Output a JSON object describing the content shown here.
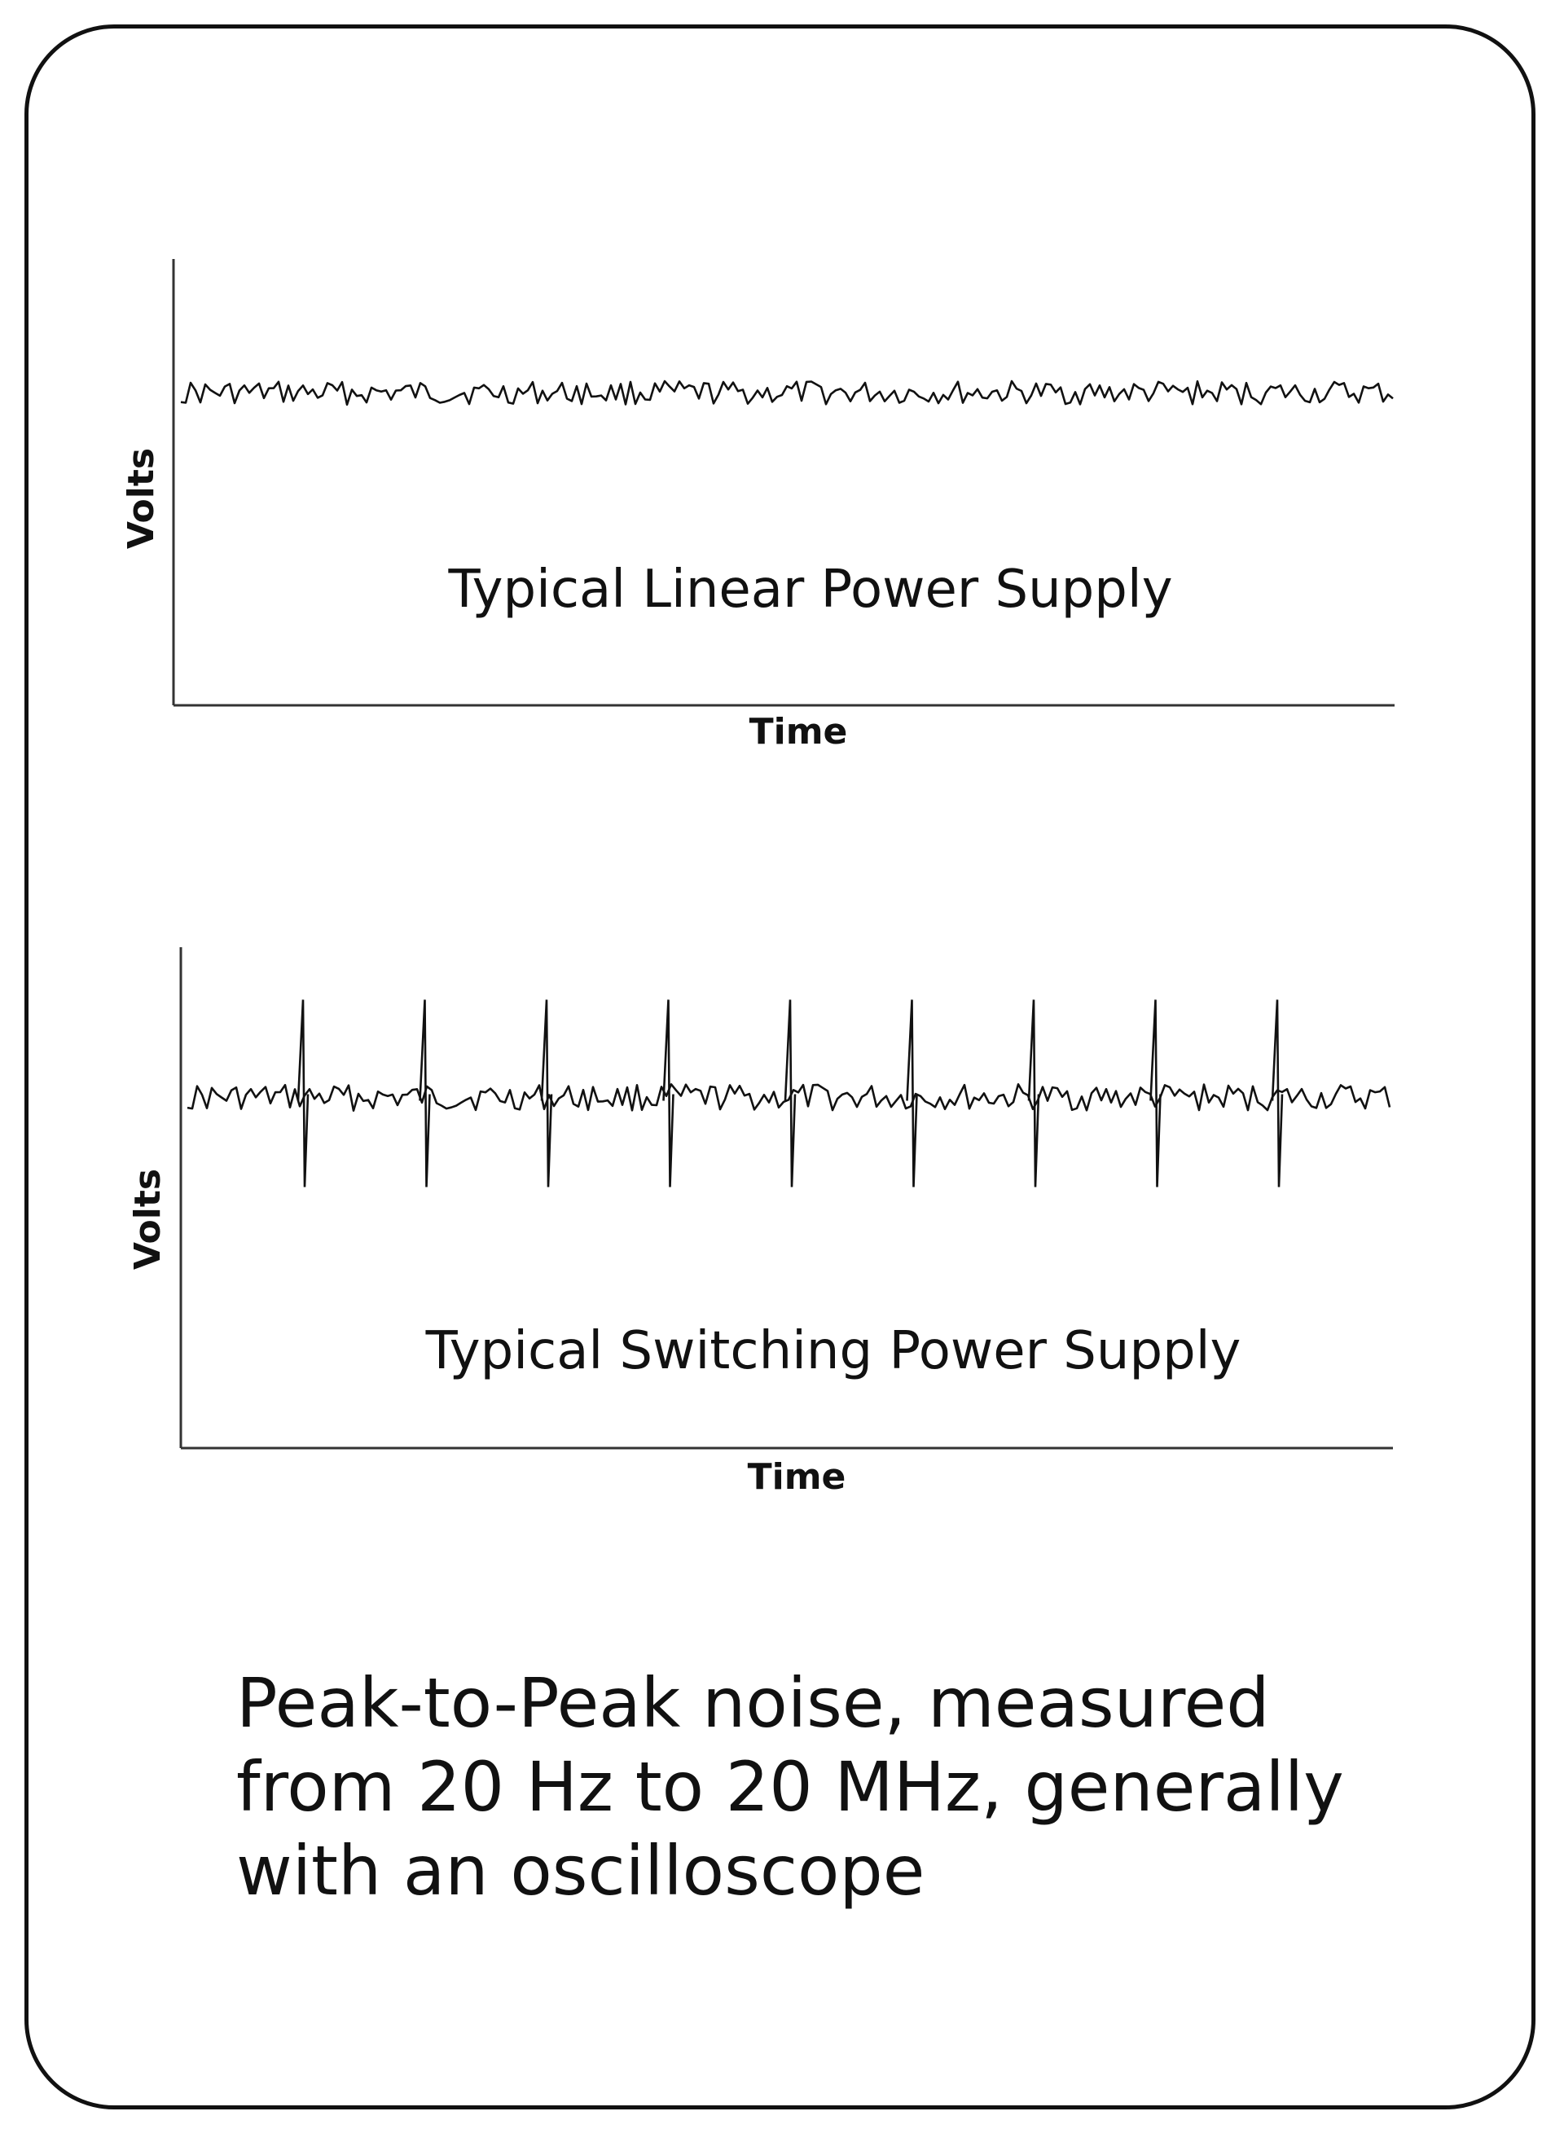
{
  "chart_data": [
    {
      "type": "line",
      "title": "Typical Linear Power Supply",
      "xlabel": "Time",
      "ylabel": "Volts",
      "grid": false,
      "series": [
        {
          "noise_amplitude": 0.12,
          "baseline": 0.7,
          "spikes": []
        }
      ]
    },
    {
      "type": "line",
      "title": "Typical Switching Power Supply",
      "xlabel": "Time",
      "ylabel": "Volts",
      "grid": false,
      "series": [
        {
          "noise_amplitude": 0.12,
          "baseline": 0.7,
          "spikes": [
            1,
            2,
            3,
            4,
            5,
            6,
            7,
            8,
            9
          ]
        }
      ]
    }
  ],
  "caption": {
    "lines": [
      "Peak-to-Peak noise, measured",
      "from 20 Hz to 20 MHz, generally",
      "with an oscilloscope"
    ]
  },
  "colors": {
    "ink": "#111111",
    "axis": "#333333",
    "background": "#ffffff"
  }
}
